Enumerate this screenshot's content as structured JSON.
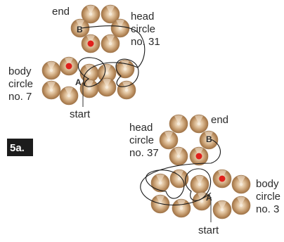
{
  "figure": {
    "step_label": "5a.",
    "colors": {
      "bead_light": "#f6ead9",
      "bead_mid": "#d9b58c",
      "bead_dark": "#a47a4e",
      "marker": "#e0201c",
      "thread": "#1a1a1a",
      "step_bg": "#1c1c1c"
    },
    "diagram_top": {
      "end_label": "end",
      "head_circle_label": [
        "head",
        "circle",
        "no. 31"
      ],
      "body_circle_label": [
        "body",
        "circle",
        "no. 7"
      ],
      "start_label": "start",
      "bead_a": "A",
      "bead_b": "B"
    },
    "diagram_bottom": {
      "end_label": "end",
      "head_circle_label": [
        "head",
        "circle",
        "no. 37"
      ],
      "body_circle_label": [
        "body",
        "circle",
        "no. 3"
      ],
      "start_label": "start",
      "bead_a": "A",
      "bead_b": "B"
    }
  }
}
